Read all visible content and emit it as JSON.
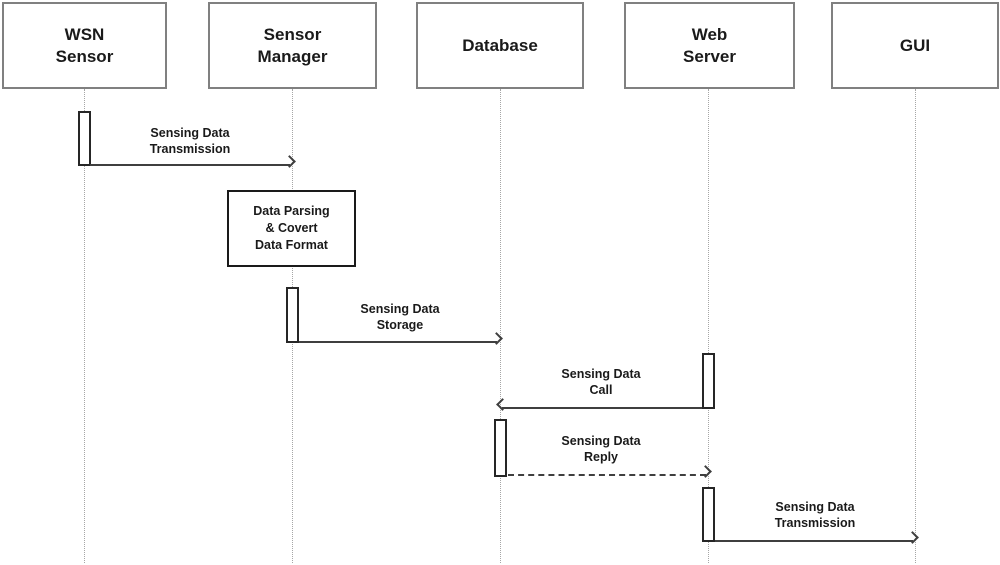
{
  "colors": {
    "background": "#ffffff",
    "actor_border": "#808080",
    "note_border": "#1a1a1a",
    "line": "#3f3f3f",
    "lifeline": "#a6a6a6",
    "text": "#1a1a1a"
  },
  "actors": [
    {
      "label": "WSN\nSensor"
    },
    {
      "label": "Sensor\nManager"
    },
    {
      "label": "Database"
    },
    {
      "label": "Web\nServer"
    },
    {
      "label": "GUI"
    }
  ],
  "note": {
    "label": "Data Parsing\n& Covert\nData Format",
    "attached_to": "Sensor Manager"
  },
  "messages": [
    {
      "label": "Sensing Data\nTransmission",
      "from": "WSN Sensor",
      "to": "Sensor Manager",
      "style": "solid",
      "direction": "right"
    },
    {
      "label": "Sensing Data\nStorage",
      "from": "Sensor Manager",
      "to": "Database",
      "style": "solid",
      "direction": "right"
    },
    {
      "label": "Sensing Data\nCall",
      "from": "Web Server",
      "to": "Database",
      "style": "solid",
      "direction": "left"
    },
    {
      "label": "Sensing Data\nReply",
      "from": "Database",
      "to": "Web Server",
      "style": "dashed",
      "direction": "right"
    },
    {
      "label": "Sensing Data\nTransmission",
      "from": "Web Server",
      "to": "GUI",
      "style": "solid",
      "direction": "right"
    }
  ]
}
